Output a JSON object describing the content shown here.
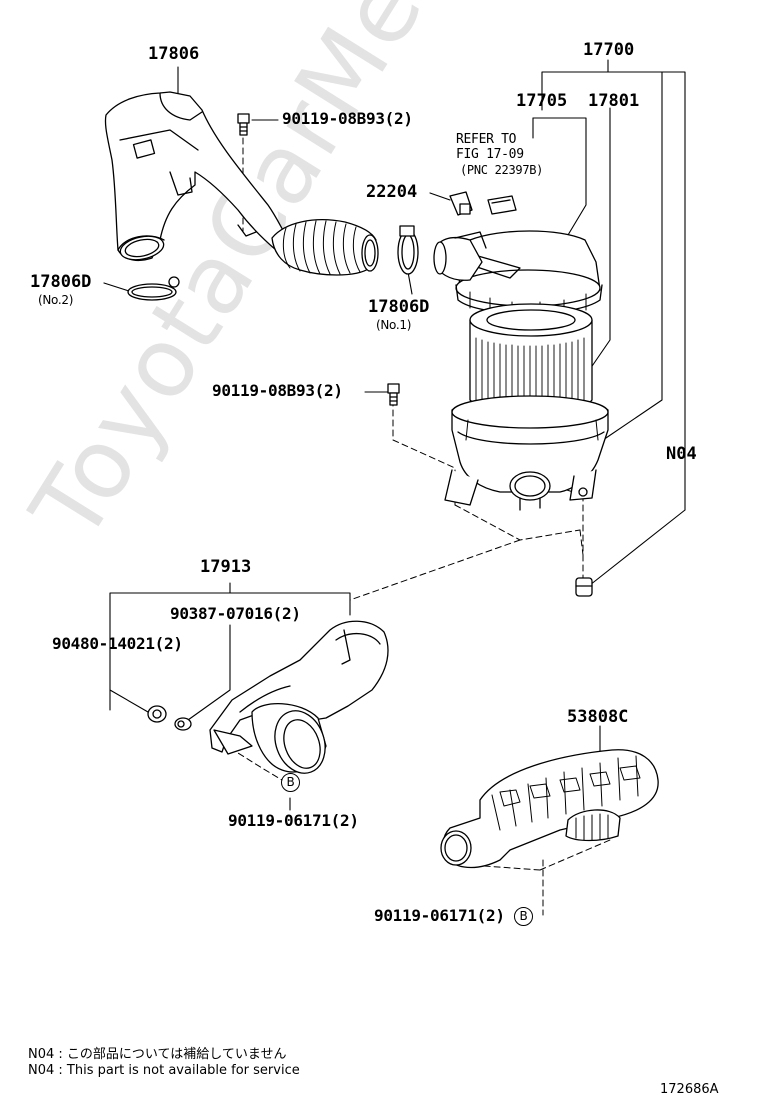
{
  "watermark": "ToyotaCarMe.ru",
  "labels": {
    "p17806": "17806",
    "p17700": "17700",
    "p17705": "17705",
    "p17801": "17801",
    "bolt_top": "90119-08B93(2)",
    "refer_l1": "REFER TO",
    "refer_l2": "FIG 17-09",
    "refer_l3": "(PNC 22397B)",
    "p22204": "22204",
    "p17806d_no2": "17806D",
    "no2": "(No.2)",
    "p17806d_no1": "17806D",
    "no1": "(No.1)",
    "bolt_mid": "90119-08B93(2)",
    "n04": "N04",
    "p17913": "17913",
    "p90387": "90387-07016(2)",
    "p90480": "90480-14021(2)",
    "p53808c": "53808C",
    "b_marker": "B",
    "bolt_b1": "90119-06171(2)",
    "bolt_b2": "90119-06171(2)",
    "b_marker2": "B"
  },
  "notes": {
    "n04_jp": "N04 : この部品については補給していません",
    "n04_en": "N04 : This part is not available for service"
  },
  "figure_number": "172686A"
}
